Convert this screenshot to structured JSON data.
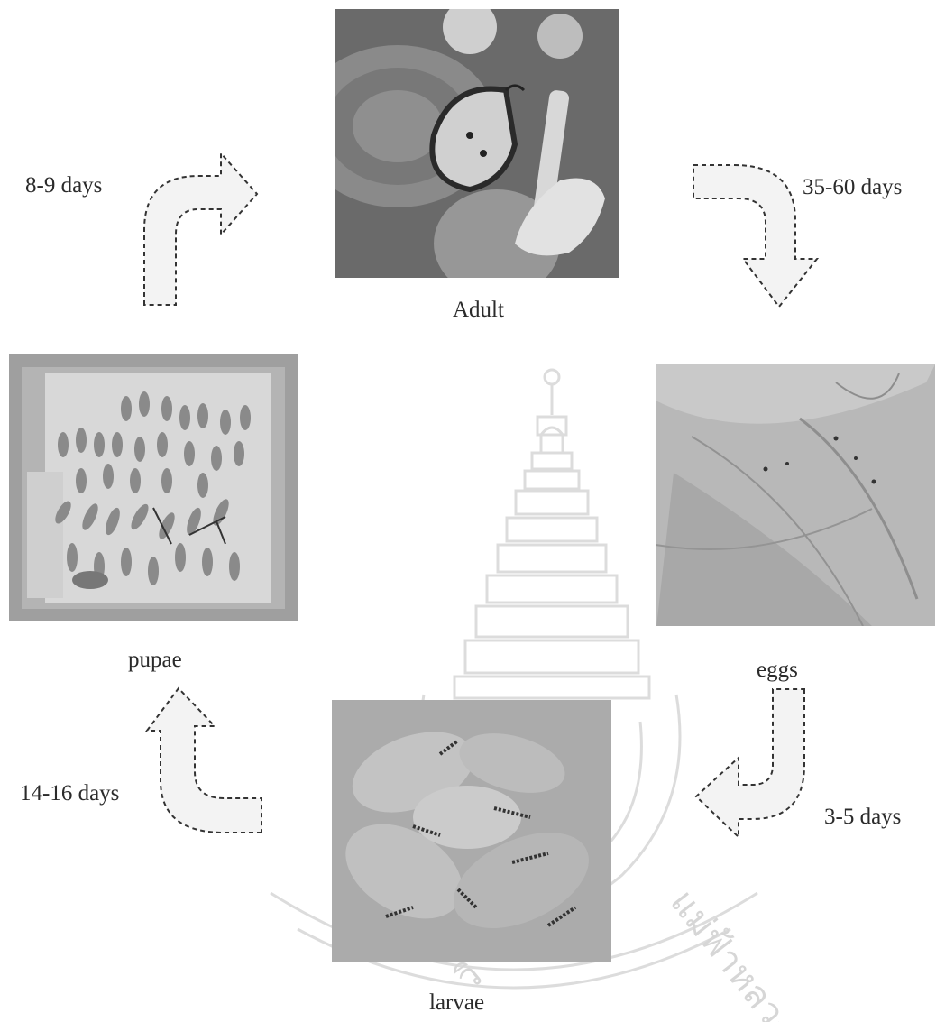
{
  "stages": {
    "adult": {
      "label": "Adult"
    },
    "eggs": {
      "label": "eggs"
    },
    "larvae": {
      "label": "larvae"
    },
    "pupae": {
      "label": "pupae"
    }
  },
  "durations": {
    "pupae_to_adult": "8-9 days",
    "adult_to_eggs": "35-60 days",
    "eggs_to_larvae": "3-5 days",
    "larvae_to_pupae": "14-16 days"
  },
  "watermark": {
    "text": "มหาวิทยาลัยแม่ฟ้าหลวง",
    "icon": "university-emblem-watermark"
  },
  "colors": {
    "arrow_fill": "#f3f3f3",
    "arrow_stroke": "#333333",
    "watermark": "#e2e2e2"
  }
}
